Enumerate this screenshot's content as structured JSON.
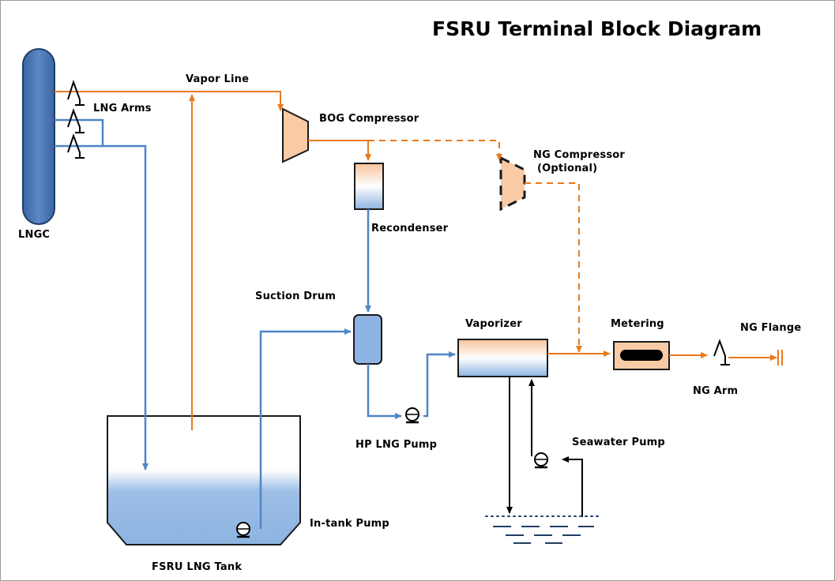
{
  "title": "FSRU Terminal Block Diagram",
  "labels": {
    "lngc": "LNGC",
    "lng_arms": "LNG Arms",
    "vapor_line": "Vapor Line",
    "bog_compressor": "BOG Compressor",
    "ng_compressor": "NG Compressor",
    "ng_compressor_optional": "(Optional)",
    "recondenser": "Recondenser",
    "suction_drum": "Suction Drum",
    "vaporizer": "Vaporizer",
    "metering": "Metering",
    "ng_flange": "NG Flange",
    "ng_arm": "NG Arm",
    "hp_lng_pump": "HP LNG Pump",
    "seawater_pump": "Seawater Pump",
    "in_tank_pump": "In-tank Pump",
    "fsru_lng_tank": "FSRU LNG Tank"
  },
  "colors": {
    "vapor": "#e87a1e",
    "liquid": "#4f86c6",
    "equipment_fill": "#f8cba6",
    "tank_fill": "#8db3e2",
    "lngc_fill": "#4a77b4",
    "outline": "#1a1a1a"
  }
}
